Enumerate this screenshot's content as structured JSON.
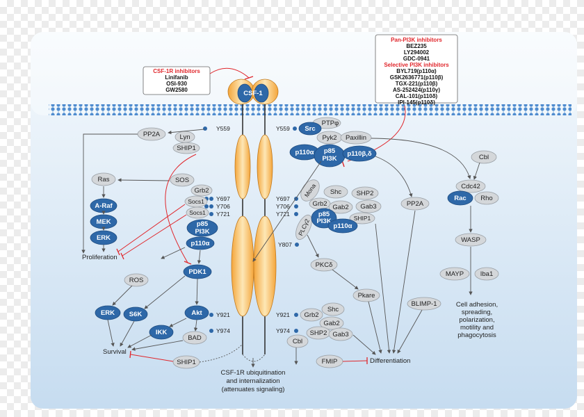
{
  "csf1r_inhibitors": {
    "title": "CSF-1R inhibitors",
    "items": [
      "Linifanib",
      "OSI-930",
      "GW2580"
    ]
  },
  "pi3k_inhibitors": {
    "pan_title": "Pan-PI3K inhibitors",
    "pan_items": [
      "BEZ235",
      "LY294002",
      "GDC-0941"
    ],
    "selective_title": "Selective  PI3K inhibitors",
    "selective_items": [
      "BYL719(p110α)",
      "GSK2636771(p110β)",
      "TGX-221(p110β)",
      "AS-252424(p110γ)",
      "CAL-101(p110δ)",
      "IPI-145(p110δ)"
    ]
  },
  "ligand": "CSF-1",
  "sites": {
    "y559": "Y559",
    "y697": "Y697",
    "y706": "Y706",
    "y721": "Y721",
    "y807": "Y807",
    "y921": "Y921",
    "y974": "Y974"
  },
  "left": {
    "pp2a": "PP2A",
    "lyn": "Lyn",
    "ship1": "SHIP1",
    "ras": "Ras",
    "araf": "A-Raf",
    "mek": "MEK",
    "erk": "ERK",
    "sos": "SOS",
    "grb2": "Grb2",
    "socs1a": "Socs1",
    "socs1b": "Socs1",
    "p85": "p85",
    "pi3k": "PI3K",
    "p110a": "p110α",
    "proliferation": "Proliferation",
    "pdk1": "PDK1",
    "ros": "ROS",
    "erk2": "ERK",
    "s6k": "S6K",
    "akt": "Akt",
    "ikk": "IKK",
    "bad": "BAD",
    "survival": "Survival",
    "ship1b": "SHIP1"
  },
  "right": {
    "src": "Src",
    "ptp": "PTPφ",
    "pyk2": "Pyk2",
    "paxillin": "Paxillin",
    "p110a": "p110α",
    "p85": "p85",
    "pi3k": "PI3K",
    "p110bd": "p110β,δ",
    "cbl": "Cbl",
    "cdc42": "Cdc42",
    "rac": "Rac",
    "rho": "Rho",
    "wasp": "WASP",
    "mayp": "MAYP",
    "iba1": "Iba1",
    "cell_adhesion": [
      "Cell adhesion,",
      "spreading,",
      "polarization,",
      "motility and",
      "phagocytosis"
    ],
    "mona": "Mona",
    "shc": "Shc",
    "shp2": "SHP2",
    "grb2": "Grb2",
    "gab2": "Gab2",
    "gab3": "Gab3",
    "shp1": "SHIP1",
    "plcg2": "PLCγ2",
    "p85b": "p85",
    "pi3kb": "PI3K",
    "p110ab": "p110α",
    "pp2a": "PP2A",
    "pkcd": "PKCδ",
    "pkare": "Pkare",
    "blimp1": "BLIMP-1",
    "grb2b": "Grb2",
    "shcb": "Shc",
    "gab2b": "Gab2",
    "shp2b": "SHP2",
    "gab3b": "Gab3",
    "cbl2": "Cbl",
    "fmip": "FMIP",
    "differentiation": "Differentiation"
  },
  "ubiquitination": [
    "CSF-1R ubiquitination",
    "and internalization",
    "(attenuates signaling)"
  ],
  "colors": {
    "blue_node": "#2e68a8",
    "grey_node": "#d4d7da",
    "receptor": "#f5b04a",
    "inhibit": "#e0262b",
    "panel": "#e6f1fa"
  }
}
